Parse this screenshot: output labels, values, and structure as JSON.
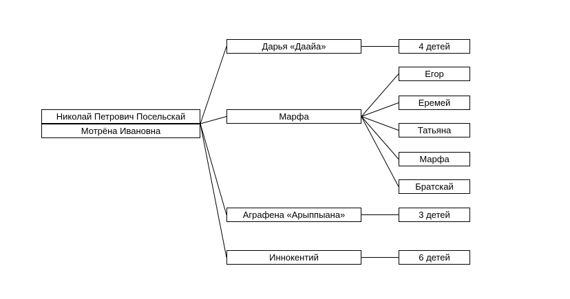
{
  "root": {
    "husband": "Николай Петрович Посельскай",
    "wife": "Мотрёна Ивановна"
  },
  "children": [
    {
      "name": "Дарья «Даайа»",
      "descendants": [
        "4 детей"
      ]
    },
    {
      "name": "Марфа",
      "descendants": [
        "Егор",
        "Еремей",
        "Татьяна",
        "Марфа",
        "Братскай"
      ]
    },
    {
      "name": "Аграфена «Арыппыана»",
      "descendants": [
        "3 детей"
      ]
    },
    {
      "name": "Иннокентий",
      "descendants": [
        "6 детей"
      ]
    }
  ],
  "colors": {
    "line": "#000000",
    "box_border": "#000000",
    "background": "#ffffff"
  }
}
